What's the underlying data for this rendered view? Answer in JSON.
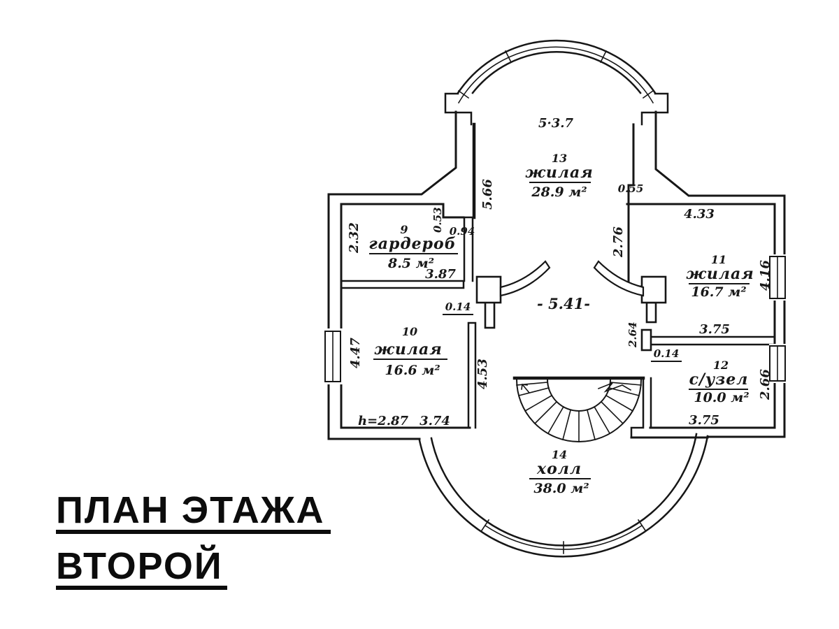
{
  "document": {
    "kind": "floor plan drawing"
  },
  "title": {
    "line1": "ПЛАН ЭТАЖА",
    "line2": "ВТОРОЙ"
  },
  "rooms": {
    "r13": {
      "number": "13",
      "name": "жилая",
      "area": "28.9 м²"
    },
    "r9": {
      "number": "9",
      "name": "гардероб",
      "area": "8.5 м²"
    },
    "r11": {
      "number": "11",
      "name": "жилая",
      "area": "16.7 м²"
    },
    "r10": {
      "number": "10",
      "name": "жилая",
      "area": "16.6 м²"
    },
    "r12": {
      "number": "12",
      "name": "с/узел",
      "area": "10.0 м²"
    },
    "r14": {
      "number": "14",
      "name": "холл",
      "area": "38.0 м²"
    }
  },
  "dimensions": {
    "top_width": "5·3.7",
    "room13_left": "5.66",
    "step_top_right": "0.55",
    "room11_left": "2.76",
    "room11_top": "4.33",
    "room11_right": "4.16",
    "room9_left": "2.32",
    "notch_height": "0.53",
    "notch_width": "0.94",
    "room9_bottom": "3.87",
    "wall_thickness_left": "0.14",
    "hall_width": "- 5.41-",
    "room12_niche": "2.64",
    "room12_top": "3.75",
    "wall_thickness_right": "0.14",
    "room10_left": "4.47",
    "room10_right": "4.53",
    "ceiling_height": "h=2.87",
    "room10_bottom": "3.74",
    "room12_right": "2.66",
    "room12_bottom": "3.75"
  }
}
